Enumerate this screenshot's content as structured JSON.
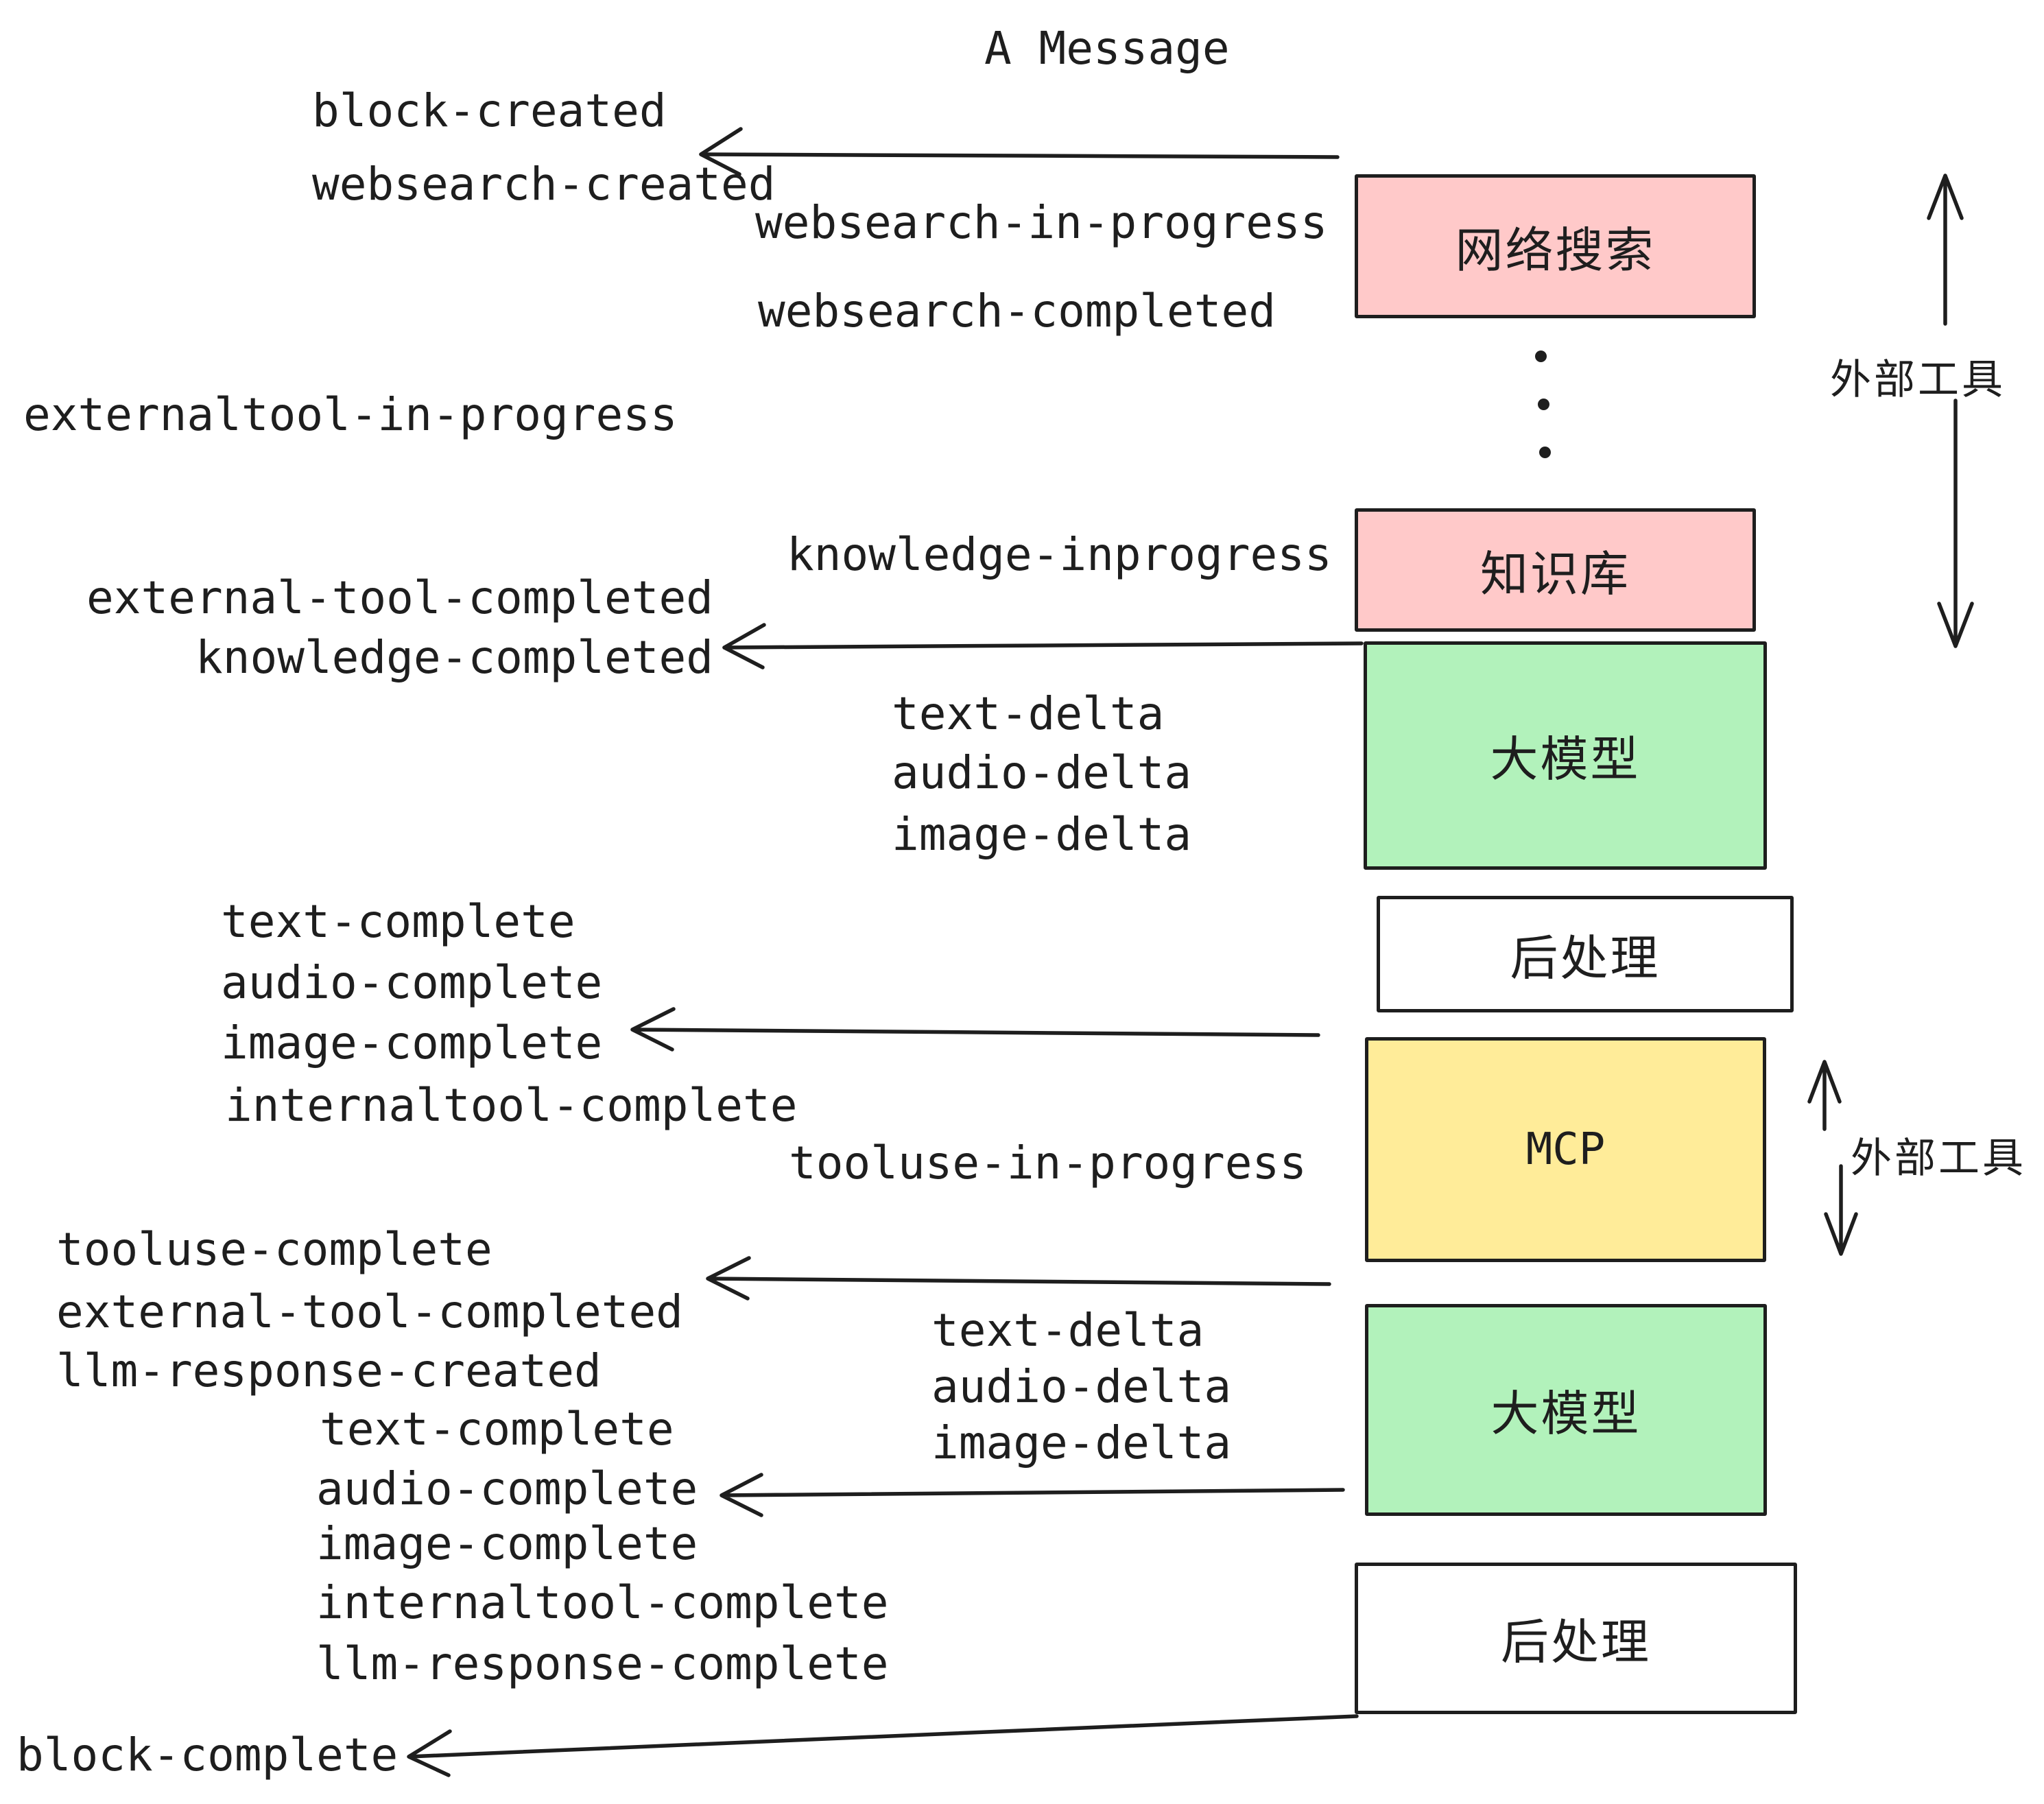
{
  "title": "A Message",
  "colors": {
    "stroke": "#1e1e1e",
    "pink_fill": "#ffc9c9",
    "green_fill": "#b2f2bb",
    "yellow_fill": "#ffec99",
    "white_fill": "#ffffff"
  },
  "boxes": [
    {
      "id": "websearch",
      "label": "网络搜索",
      "fill": "#ffc9c9"
    },
    {
      "id": "knowledge",
      "label": "知识库",
      "fill": "#ffc9c9"
    },
    {
      "id": "llm-1",
      "label": "大模型",
      "fill": "#b2f2bb"
    },
    {
      "id": "postprocess-1",
      "label": "后处理",
      "fill": "#ffffff"
    },
    {
      "id": "mcp",
      "label": "MCP",
      "fill": "#ffec99"
    },
    {
      "id": "llm-2",
      "label": "大模型",
      "fill": "#b2f2bb"
    },
    {
      "id": "postprocess-2",
      "label": "后处理",
      "fill": "#ffffff"
    }
  ],
  "side_labels": {
    "external_tools_top": "外部工具",
    "external_tools_mid": "外部工具"
  },
  "events": {
    "block_created": "block-created",
    "websearch_created": "websearch-created",
    "websearch_in_progress": "websearch-in-progress",
    "websearch_completed": "websearch-completed",
    "externaltool_in_progress": "externaltool-in-progress",
    "knowledge_inprogress": "knowledge-inprogress",
    "external_tool_completed_1": "external-tool-completed",
    "knowledge_completed": "knowledge-completed",
    "delta_1": [
      "text-delta",
      "audio-delta",
      "image-delta"
    ],
    "complete_1": [
      "text-complete",
      "audio-complete",
      "image-complete",
      "internaltool-complete"
    ],
    "tooluse_in_progress": "tooluse-in-progress",
    "tooluse_complete": "tooluse-complete",
    "external_tool_completed_2": "external-tool-completed",
    "llm_response_created": "llm-response-created",
    "delta_2": [
      "text-delta",
      "audio-delta",
      "image-delta"
    ],
    "complete_2": [
      "text-complete",
      "audio-complete",
      "image-complete",
      "internaltool-complete",
      "llm-response-complete"
    ],
    "block_complete": "block-complete"
  }
}
